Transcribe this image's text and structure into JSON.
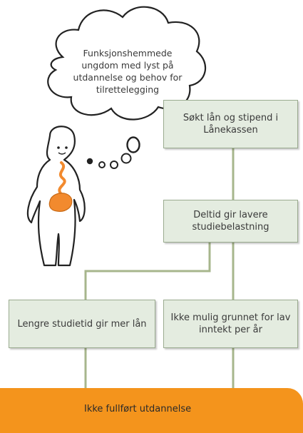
{
  "thought_bubble": {
    "lines": [
      "Funksjonshemmede",
      "ungdom med lyst på",
      "utdannelse og behov for",
      "tilrettelegging"
    ]
  },
  "boxes": {
    "loan": "Søkt lån og stipend i Lånekassen",
    "parttime": "Deltid gir lavere studiebelastning",
    "longer": "Lengre studietid gir mer lån",
    "not_possible": "Ikke mulig grunnet for lav inntekt per år"
  },
  "outcome": "Ikke fullført utdannelse",
  "colors": {
    "box_fill": "#e4ece0",
    "box_border": "#9aab8f",
    "connector": "#a7b68c",
    "outcome_bar": "#f4941c",
    "figure_belly": "#f28a2e"
  }
}
